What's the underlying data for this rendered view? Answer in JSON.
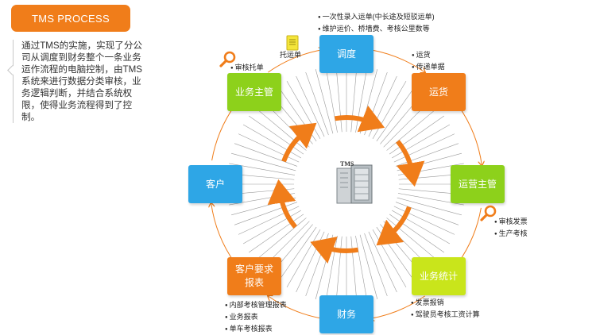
{
  "header": {
    "title": "TMS PROCESS"
  },
  "description": "通过TMS的实施，实现了分公司从调度到财务整个一条业务运作流程的电脑控制，由TMS系统来进行数据分类审核，业务逻辑判断，并结合系统权限，使得业务流程得到了控制。",
  "center": {
    "label": "TMS"
  },
  "nodes": {
    "dispatch": "调度",
    "shipping": "运货",
    "ops_manager": "运营主管",
    "stats": "业务统计",
    "finance": "财务",
    "customer_report": "客户要求报表",
    "customer": "客户",
    "biz_manager": "业务主管"
  },
  "notes": {
    "dispatch": [
      "一次性录入运单(中长途及短驳运单)",
      "维护运价、桥墙费、考核公里数等"
    ],
    "shipping": [
      "运货",
      "传递单据"
    ],
    "ops_manager": [
      "审核发票",
      "生产考核"
    ],
    "stats": [
      "发票报销",
      "驾驶员考核工资计算"
    ],
    "customer_report": [
      "内部考核管理报表",
      "业务报表",
      "单车考核报表"
    ],
    "biz_manager": [
      "审核托单"
    ]
  },
  "waybill_label": "托运单",
  "colors": {
    "orange": "#f07d1a",
    "blue": "#2ea6e6",
    "green": "#8dd11b",
    "lime": "#c9e51b",
    "gray": "#8a8a8a"
  },
  "icons": [
    "magnifier-icon",
    "waybill-icon",
    "server-icon"
  ]
}
